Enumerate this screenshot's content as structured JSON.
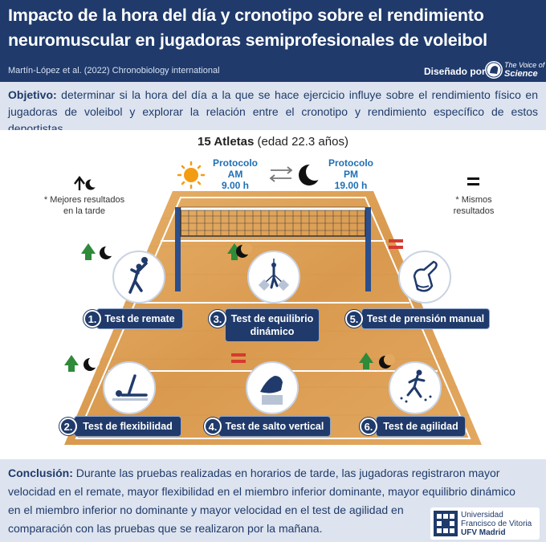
{
  "header": {
    "title": "Impacto de la hora del día y cronotipo sobre el rendimiento neuromuscular en jugadoras semiprofesionales de voleibol",
    "citation": "Martín-López et al. (2022) Chronobiology international",
    "designed_by": "Diseñado por",
    "brand_line1": "The Voice of",
    "brand_line2": "Science"
  },
  "objective": {
    "label": "Objetivo:",
    "text": "determinar si la hora del día a la que se hace ejercicio influye sobre el rendimiento físico en jugadoras de voleibol y explorar la relación entre el cronotipo y rendimiento específico de estos deportistas."
  },
  "study": {
    "athletes_bold": "15 Atletas",
    "athletes_rest": "(edad 22.3 años)",
    "am_line1": "Protocolo",
    "am_line2": "AM",
    "am_line3": "9.00 h",
    "pm_line1": "Protocolo",
    "pm_line2": "PM",
    "pm_line3": "19.00 h"
  },
  "legend": {
    "better_symbol": "↑☾",
    "better_line1": "* Mejores resultados",
    "better_line2": "en la tarde",
    "same_symbol": "=",
    "same_line1": "* Mismos",
    "same_line2": "resultados"
  },
  "tests": [
    {
      "number": "1.",
      "name": "Test de remate",
      "result": "better"
    },
    {
      "number": "2.",
      "name": "Test de flexibilidad",
      "result": "better"
    },
    {
      "number": "3.",
      "name": "Test de equilibrio dinámico",
      "result": "better"
    },
    {
      "number": "4.",
      "name": "Test de salto vertical",
      "result": "same"
    },
    {
      "number": "5.",
      "name": "Test de prensión manual",
      "result": "same"
    },
    {
      "number": "6.",
      "name": "Test de agilidad",
      "result": "better"
    }
  ],
  "conclusion": {
    "label": "Conclusión:",
    "line1": "Durante las pruebas realizadas en horarios de tarde, las jugadoras registraron mayor",
    "line2": "velocidad en el remate, mayor flexibilidad en el miembro inferior dominante, mayor equilibrio dinámico",
    "line3": "en el miembro inferior no dominante y mayor velocidad en el test de agilidad en",
    "line4": "comparación con las pruebas que se realizaron por la mañana."
  },
  "university": {
    "line1": "Universidad",
    "line2": "Francisco de Vitoria",
    "line3": "UFV Madrid"
  },
  "colors": {
    "navy": "#1f3a6b",
    "court": "#e0a55a",
    "up_arrow": "#2f8a3a",
    "equal_sign": "#d63a2f",
    "protocol": "#1f6fb5"
  }
}
